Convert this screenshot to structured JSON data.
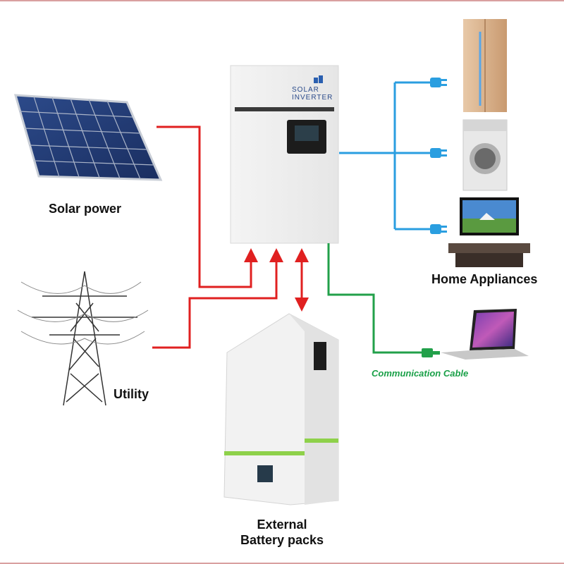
{
  "labels": {
    "solar": "Solar power",
    "utility": "Utility",
    "home": "Home Appliances",
    "battery_line1": "External",
    "battery_line2": "Battery packs",
    "comm": "Communication Cable",
    "inverter_line1": "SOLAR",
    "inverter_line2": "INVERTER"
  },
  "colors": {
    "ac_line": "#e02020",
    "load_line": "#2a9ee0",
    "comm_line": "#22a04a"
  }
}
